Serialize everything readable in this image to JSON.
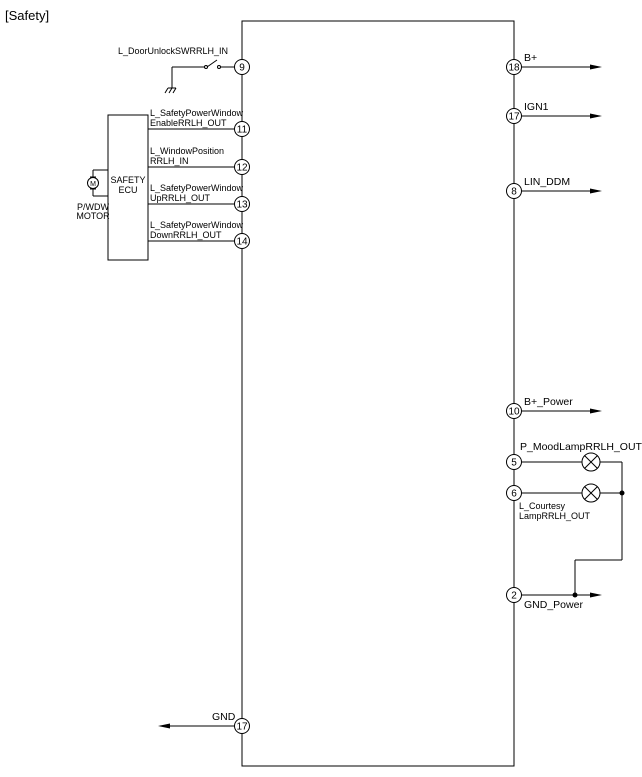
{
  "title": "[Safety]",
  "pins": {
    "door_unlock": {
      "num": "9",
      "label": "L_DoorUnlockSWRRLH_IN"
    },
    "enable_out": {
      "num": "11",
      "label1": "L_SafetyPowerWindow",
      "label2": "EnableRRLH_OUT"
    },
    "window_pos": {
      "num": "12",
      "label1": "L_WindowPosition",
      "label2": "RRLH_IN"
    },
    "up_out": {
      "num": "13",
      "label1": "L_SafetyPowerWindow",
      "label2": "UpRRLH_OUT"
    },
    "down_out": {
      "num": "14",
      "label1": "L_SafetyPowerWindow",
      "label2": "DownRRLH_OUT"
    },
    "gnd": {
      "num": "17",
      "label": "GND"
    },
    "b_plus": {
      "num": "18",
      "label": "B+"
    },
    "ign1": {
      "num": "17",
      "label": "IGN1"
    },
    "lin_ddm": {
      "num": "8",
      "label": "LIN_DDM"
    },
    "b_plus_power": {
      "num": "10",
      "label": "B+_Power"
    },
    "mood_lamp": {
      "num": "5",
      "label": "P_MoodLampRRLH_OUT"
    },
    "courtesy_lamp": {
      "num": "6",
      "label1": "L_Courtesy",
      "label2": "LampRRLH_OUT"
    },
    "gnd_power": {
      "num": "2",
      "label": "GND_Power"
    }
  },
  "ecu": {
    "label1": "SAFETY",
    "label2": "ECU"
  },
  "motor": {
    "symbol": "M",
    "label1": "P/WDW",
    "label2": "MOTOR"
  }
}
